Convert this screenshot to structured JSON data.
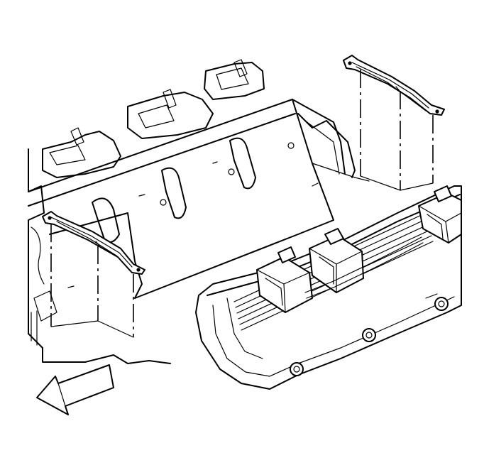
{
  "figure": {
    "components": [
      "cylinder-head",
      "valve-rocker-arm-cover",
      "ignition-coil",
      "ignition-coil-bracket",
      "front-direction-arrow"
    ],
    "colors": {
      "line": "#000000",
      "background": "#ffffff"
    }
  }
}
